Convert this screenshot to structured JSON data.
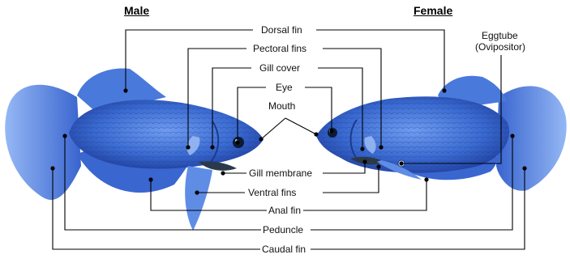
{
  "headings": {
    "male": "Male",
    "female": "Female"
  },
  "labels": {
    "dorsal_fin": "Dorsal fin",
    "pectoral_fins": "Pectoral fins",
    "gill_cover": "Gill cover",
    "eye": "Eye",
    "mouth": "Mouth",
    "gill_membrane": "Gill membrane",
    "ventral_fins": "Ventral fins",
    "anal_fin": "Anal fin",
    "peduncle": "Peduncle",
    "caudal_fin": "Caudal fin",
    "eggtube": "Eggtube",
    "ovipositor": "(Ovipositor)"
  },
  "colors": {
    "fish_dark": "#1f3f9e",
    "fish_mid": "#3b6fd6",
    "fish_light": "#7fa8f0",
    "line": "#000000"
  }
}
